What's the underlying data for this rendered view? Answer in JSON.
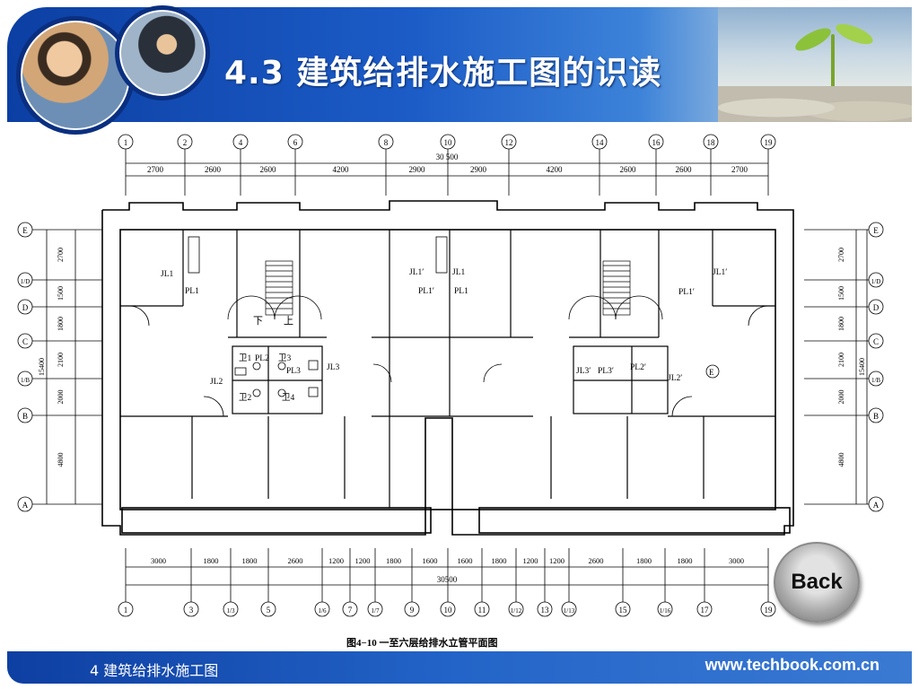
{
  "header": {
    "title": "4.3 建筑给排水施工图的识读"
  },
  "drawing": {
    "caption": "图4−10   一至六层给排水立管平面图",
    "top_axes": [
      "1",
      "2",
      "4",
      "6",
      "8",
      "10",
      "12",
      "14",
      "16",
      "18",
      "19"
    ],
    "top_total": "30 500",
    "top_dims": [
      "2700",
      "2600",
      "2600",
      "4200",
      "2900",
      "2900",
      "4200",
      "2600",
      "2600",
      "2700"
    ],
    "bottom_axes": [
      "1",
      "3",
      "1/3",
      "5",
      "1/6",
      "7",
      "1/7",
      "9",
      "10",
      "11",
      "1/12",
      "13",
      "1/13",
      "15",
      "1/16",
      "17",
      "19"
    ],
    "bottom_dims": [
      "3000",
      "1800",
      "1800",
      "2600",
      "1200",
      "1200",
      "1800",
      "1600",
      "1600",
      "1800",
      "1200",
      "1200",
      "2600",
      "1800",
      "1800",
      "3000"
    ],
    "bottom_total": "30500",
    "side_axes": [
      "E",
      "1/D",
      "D",
      "C",
      "1/B",
      "B",
      "A"
    ],
    "side_dims": [
      "2700",
      "1500",
      "1800",
      "2100",
      "2000",
      "4800"
    ],
    "side_total": "15400",
    "labels": {
      "jl1": "JL1",
      "pl1": "PL1",
      "jl1p": "JL1′",
      "pl1p": "PL1′",
      "jl2": "JL2",
      "jl3": "JL3",
      "pl2": "PL2",
      "pl3": "PL3",
      "w1": "卫1",
      "w2": "卫2",
      "w3": "卫3",
      "w4": "卫4",
      "jl3p": "JL3′",
      "pl3p": "PL3′",
      "pl2p": "PL2′",
      "jl2p": "JL2′",
      "e_mark": "E",
      "down": "下",
      "up": "上"
    }
  },
  "back_button": {
    "label": "Back"
  },
  "footer": {
    "left": "4 建筑给排水施工图",
    "right": "www.techbook.com.cn"
  }
}
